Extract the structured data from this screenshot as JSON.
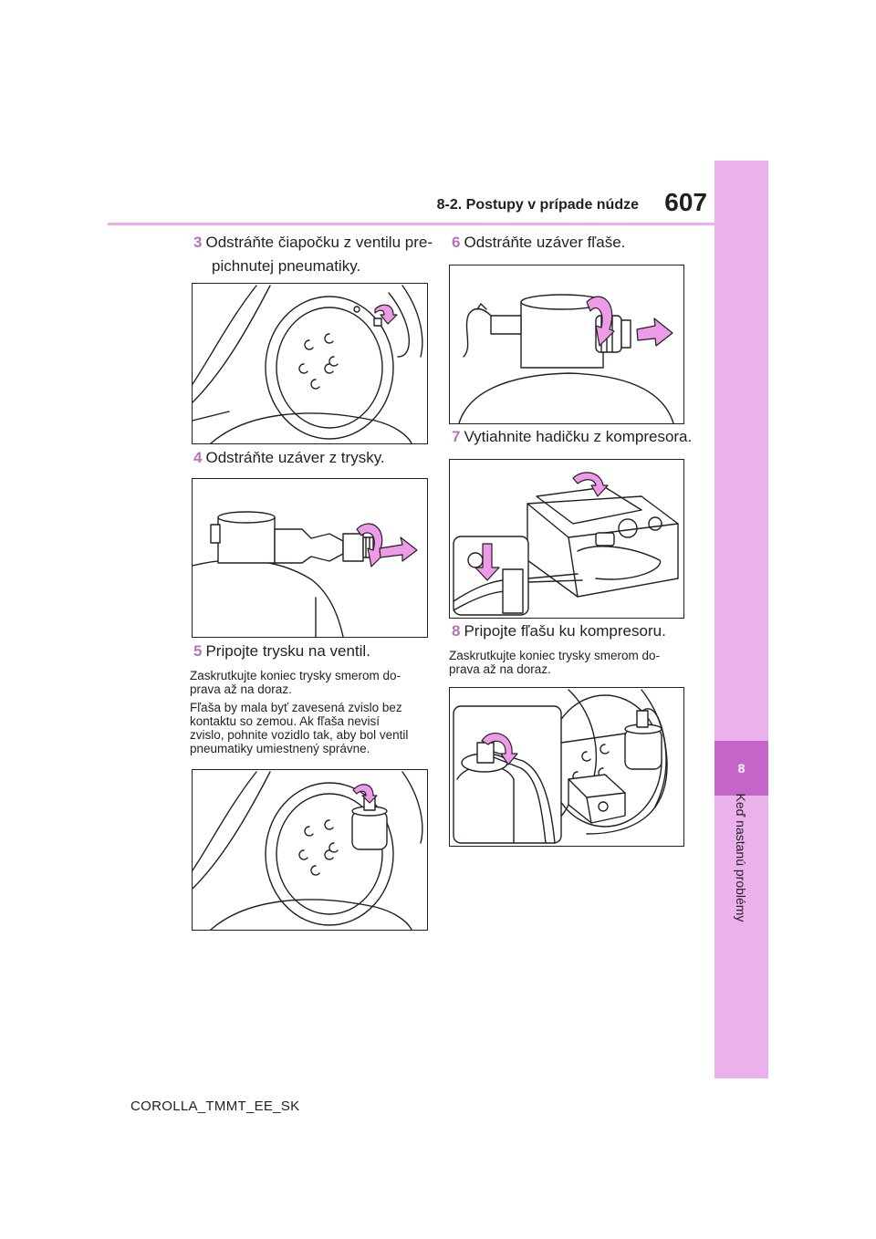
{
  "header": {
    "section_title": "8-2. Postupy v prípade núdze",
    "page_number": "607"
  },
  "side_tab": {
    "chapter_number": "8",
    "chapter_title": "Keď nastanú problémy"
  },
  "steps": [
    {
      "number": "3",
      "text_line1": "Odstráňte čiapočku z ventilu pre-",
      "text_line2": "pichnutej pneumatiky."
    },
    {
      "number": "4",
      "text": "Odstráňte uzáver z trysky."
    },
    {
      "number": "5",
      "text": "Pripojte trysku na ventil.",
      "notes": [
        [
          "Zaskrutkujte koniec trysky smerom do-",
          "prava až na doraz."
        ],
        [
          "Fľaša by mala byť zavesená zvislo bez",
          "kontaktu so zemou. Ak fľaša nevisí",
          "zvislo, pohnite vozidlo tak, aby bol ventil",
          "pneumatiky umiestnený správne."
        ]
      ]
    },
    {
      "number": "6",
      "text": "Odstráňte uzáver fľaše."
    },
    {
      "number": "7",
      "text": "Vytiahnite hadičku z kompresora."
    },
    {
      "number": "8",
      "text": "Pripojte fľašu ku kompresoru.",
      "notes": [
        [
          "Zaskrutkujte koniec trysky smerom do-",
          "prava až na doraz."
        ]
      ]
    }
  ],
  "footer": {
    "doc_code": "COROLLA_TMMT_EE_SK"
  },
  "colors": {
    "accent_tab": "#ebb1ed",
    "chapter_box": "#c565c9",
    "header_rule": "#e9b0e9",
    "step_number": "#b873b8",
    "arrow": "#ed9ae8"
  }
}
